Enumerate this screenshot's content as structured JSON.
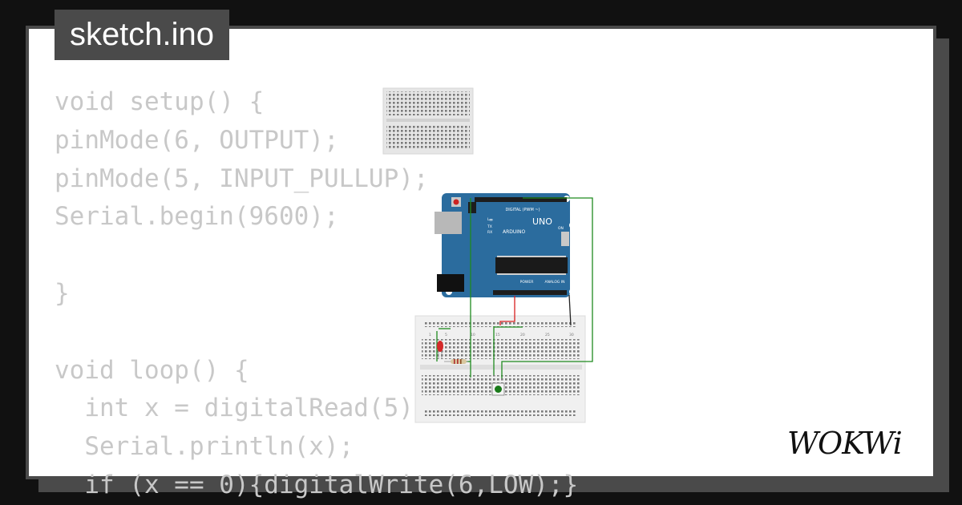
{
  "window": {
    "file_name": "sketch.ino"
  },
  "code": {
    "lines": [
      "void setup() {",
      "pinMode(6, OUTPUT);",
      "pinMode(5, INPUT_PULLUP);",
      "Serial.begin(9600);",
      "",
      "}",
      "",
      "void loop() {",
      "  int x = digitalRead(5);",
      "  Serial.println(x);",
      "  if (x == 0){digitalWrite(6,LOW);}"
    ]
  },
  "circuit": {
    "board_brand": "ARDUINO",
    "board_model": "UNO",
    "header_digital": "DIGITAL (PWM ~)",
    "header_power": "POWER",
    "header_analog": "ANALOG IN",
    "label_on": "ON",
    "label_tx": "TX",
    "label_rx": "RX",
    "label_l": "L",
    "col_labels": [
      "1",
      "5",
      "10",
      "15",
      "20",
      "25",
      "30"
    ]
  },
  "brand": {
    "logo_text": "WOKWi"
  },
  "colors": {
    "background": "#111111",
    "card": "#ffffff",
    "frame": "#4a4a4a",
    "code_text": "#c8c8c8",
    "board": "#2b6c9e",
    "wire_green": "#1f8a1f",
    "wire_red": "#d82020",
    "wire_black": "#222222",
    "led_red": "#d42a2a"
  }
}
